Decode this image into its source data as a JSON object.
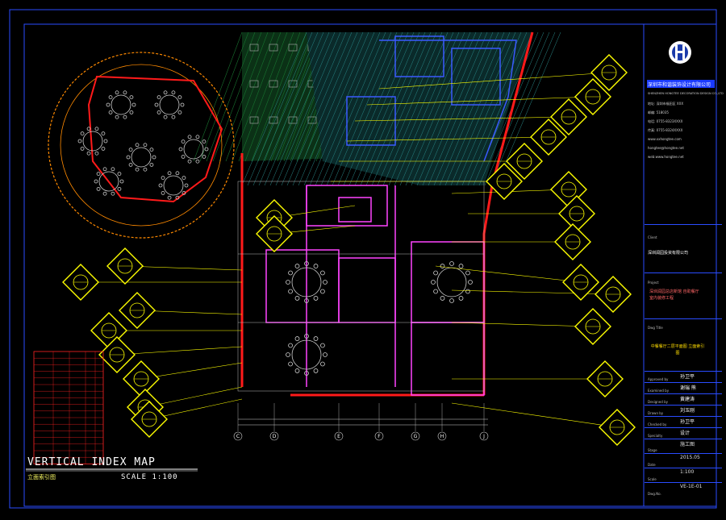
{
  "drawing": {
    "title": "VERTICAL INDEX MAP",
    "subtitle_cn": "立面索引图",
    "scale_label": "SCALE 1:100"
  },
  "grid_labels": [
    "C",
    "D",
    "E",
    "F",
    "G",
    "H",
    "J"
  ],
  "title_block": {
    "company_cn": "深圳市和谐装饰设计有限公司",
    "company_en": "SHENZHEN HONGTEE DECORATION DESIGN CO.,LTD",
    "contact_lines": [
      "地址: 深圳市福田区 XXX",
      "邮编: 518035",
      "电话: 0755-8323XXXX",
      "传真: 0755-8324XXXX",
      "www.xxhongtee.com",
      "hongtee@hongtee.net",
      "web:www.hongtee.net"
    ],
    "client_label": "Client",
    "client_value": "深圳润园投资有限公司",
    "project_label": "Project",
    "project_value": "深圳润园总店新馆 自助餐厅室内装修工程",
    "dwg_title_label": "Dwg Title",
    "dwg_title_value": "中餐餐厅二层平面图 立面索引图",
    "rows": [
      {
        "label": "Approved by",
        "value": "孙卫平"
      },
      {
        "label": "Examined by",
        "value": "谢瑞  熊"
      },
      {
        "label": "Designed by",
        "value": "黄建涛"
      },
      {
        "label": "Drawn by",
        "value": "刘玉刚"
      },
      {
        "label": "Checked by",
        "value": "孙卫平"
      },
      {
        "label": "Specialty",
        "value": "设计"
      },
      {
        "label": "Stage",
        "value": "施工图"
      },
      {
        "label": "Date",
        "value": "2015.05"
      },
      {
        "label": "Scale",
        "value": "1:100"
      },
      {
        "label": "Dwg.No.",
        "value": "VE-1E-01"
      }
    ]
  },
  "legend": {
    "rows": 17,
    "cols": 5
  },
  "colors": {
    "frame": "#2a4cff",
    "wall": "#ff1a1a",
    "index_diamond": "#ffff00",
    "green_pattern": "#1e8a3a",
    "cyan_outline": "#40c8c8",
    "magenta": "#ff44ff",
    "orange": "#ff8a00"
  }
}
